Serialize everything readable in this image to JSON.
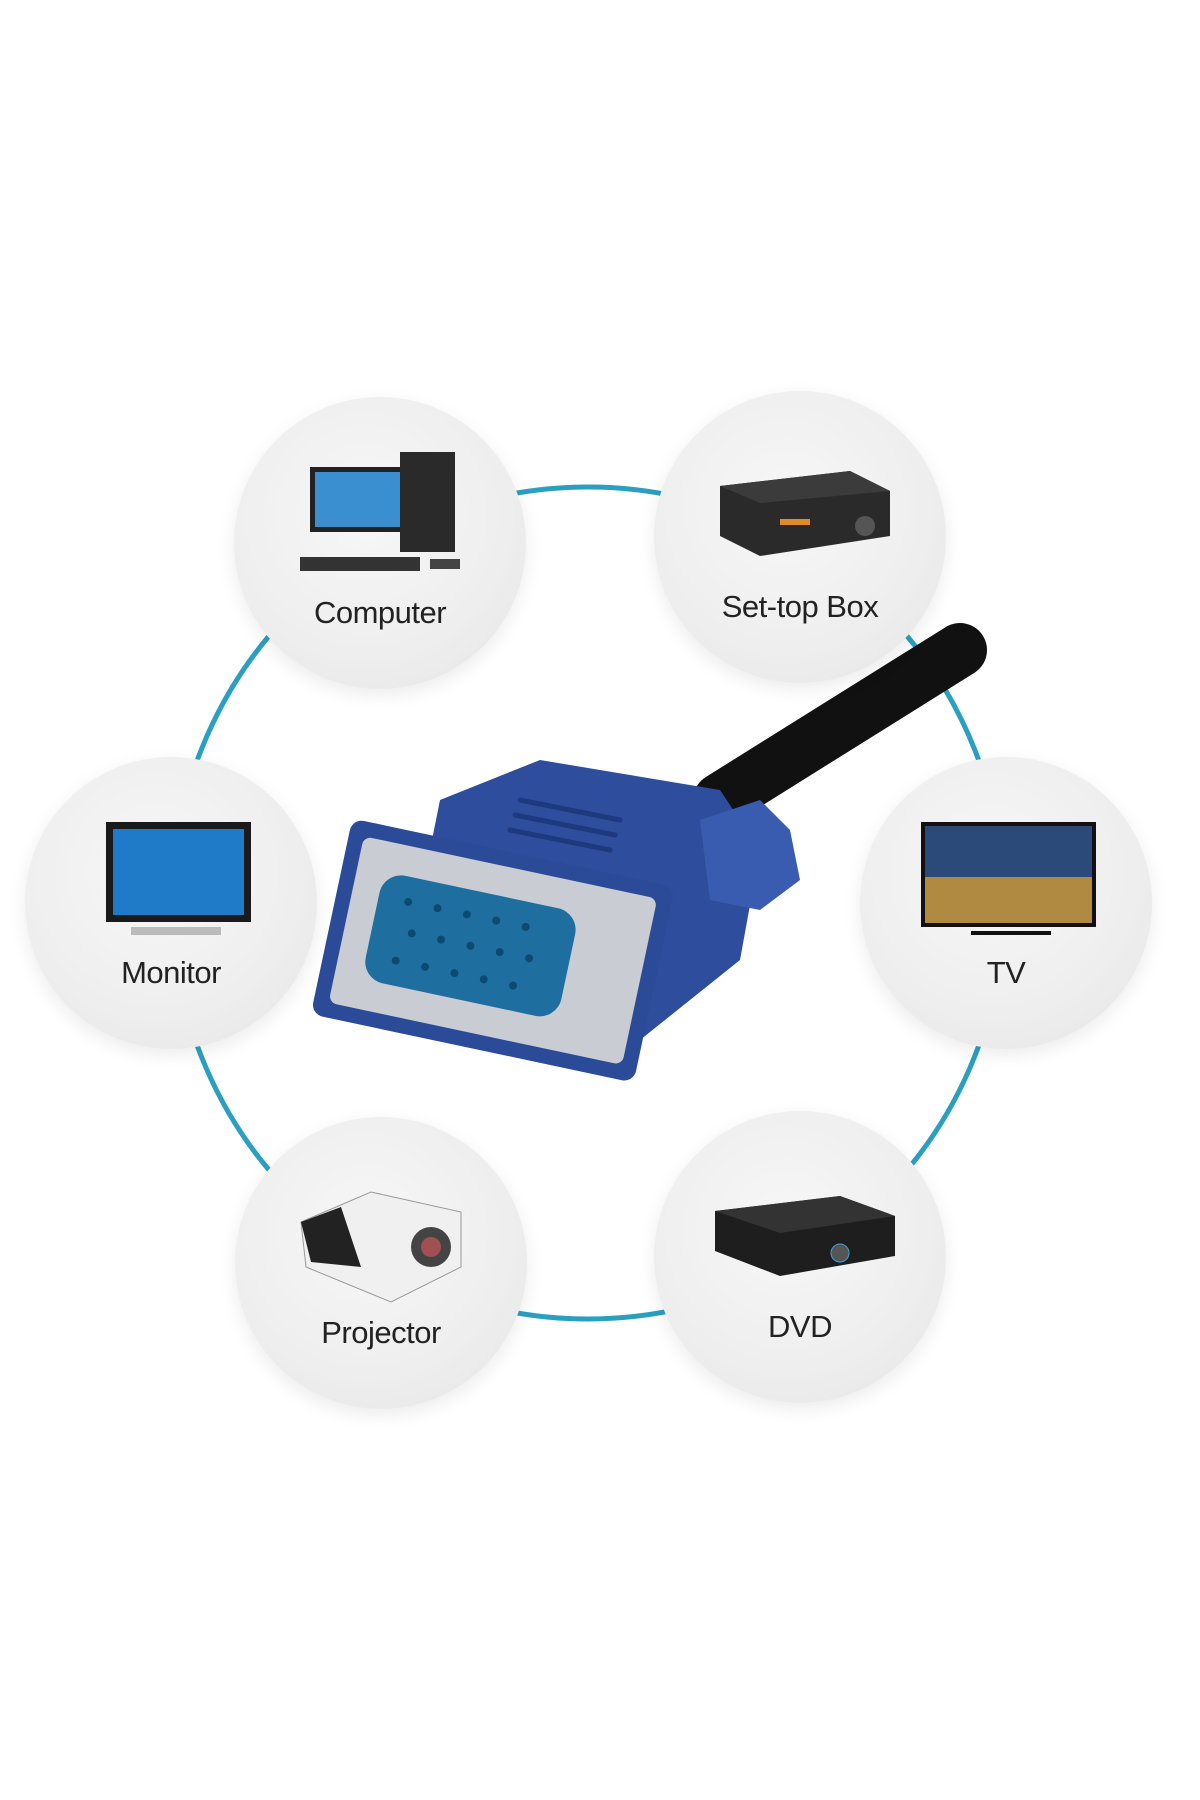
{
  "colors": {
    "ring": "#2b9fc0",
    "connector": "#2e4d9c",
    "cable": "#111111"
  },
  "devices": [
    {
      "label": "Computer",
      "icon": "computer-icon"
    },
    {
      "label": "Set-top Box",
      "icon": "set-top-box-icon"
    },
    {
      "label": "Monitor",
      "icon": "monitor-icon"
    },
    {
      "label": "TV",
      "icon": "tv-icon"
    },
    {
      "label": "Projector",
      "icon": "projector-icon"
    },
    {
      "label": "DVD",
      "icon": "dvd-player-icon"
    }
  ]
}
